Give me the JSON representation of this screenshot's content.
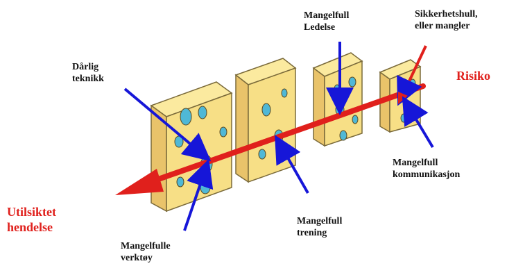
{
  "colors": {
    "risk": "#e0201c",
    "arrow_blue": "#1616d8",
    "cheese_face": "#f7df86",
    "cheese_top": "#fbea9f",
    "cheese_side": "#e9c36a",
    "hole": "#4fb8d6",
    "outline": "#7a6a3a"
  },
  "labels": {
    "risiko": "Risiko",
    "utilsiktet_1": "Utilsiktet",
    "utilsiktet_2": "hendelse",
    "sikkerhet_1": "Sikkerhetshull,",
    "sikkerhet_2": "eller mangler",
    "ledelse_1": "Mangelfull",
    "ledelse_2": "Ledelse",
    "teknikk_1": "Dårlig",
    "teknikk_2": "teknikk",
    "kommunikasjon_1": "Mangelfull",
    "kommunikasjon_2": "kommunikasjon",
    "trening_1": "Mangelfull",
    "trening_2": "trening",
    "verktoy_1": "Mangelfulle",
    "verktoy_2": "verktøy"
  }
}
